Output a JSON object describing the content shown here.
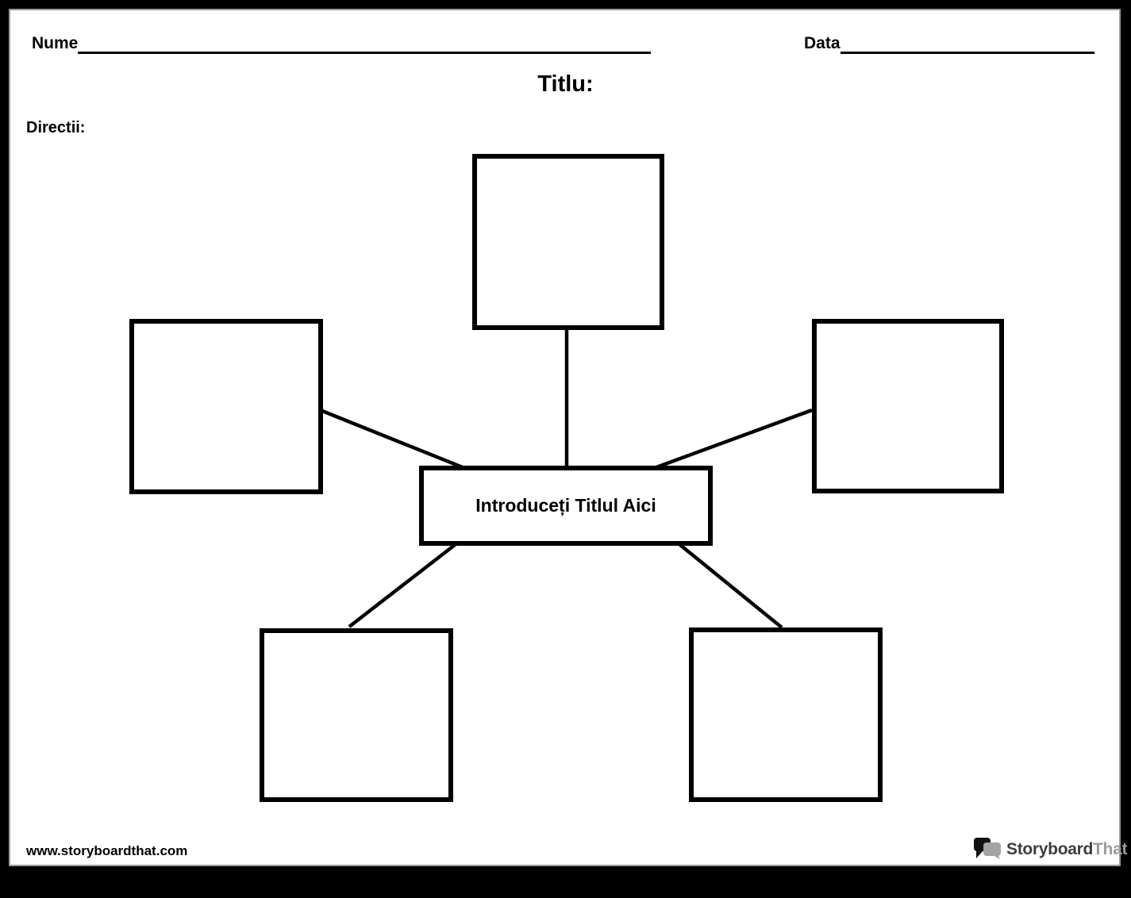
{
  "worksheet": {
    "name_label": "Nume",
    "name_value": "",
    "date_label": "Data",
    "date_value": "",
    "title_label": "Titlu:",
    "directions_label": "Directii:",
    "directions_value": ""
  },
  "spider_map": {
    "center_label": "Introduceți Titlul Aici",
    "cells": [
      {
        "position": "top",
        "value": ""
      },
      {
        "position": "left",
        "value": ""
      },
      {
        "position": "right",
        "value": ""
      },
      {
        "position": "bottom-left",
        "value": ""
      },
      {
        "position": "bottom-right",
        "value": ""
      }
    ]
  },
  "footer": {
    "website_url": "www.storyboardthat.com",
    "logo": {
      "icon": "speech-bubbles-icon",
      "text_primary": "Storyboard",
      "text_secondary": "That",
      "text_primary_color": "#3d3d3d",
      "text_secondary_color": "#9b9b9b",
      "bubble_black_color": "#111111",
      "bubble_gray_color": "#a3a3a3"
    }
  },
  "colors": {
    "frame": "#000000",
    "page_background": "#ffffff",
    "page_edge": "#9b9b9b",
    "line_color": "#000000"
  }
}
